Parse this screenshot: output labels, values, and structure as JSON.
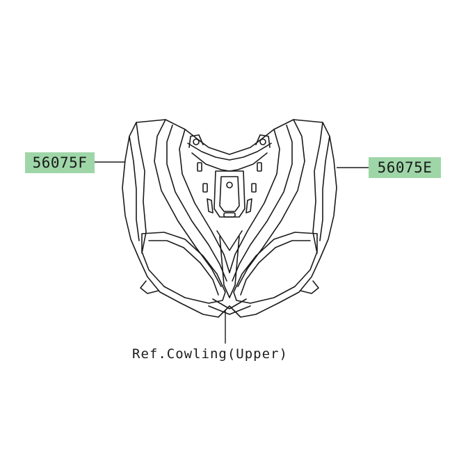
{
  "callouts": {
    "left_part_number": "56075F",
    "right_part_number": "56075E"
  },
  "reference": {
    "caption": "Ref.Cowling(Upper)"
  },
  "colors": {
    "callout_highlight": "#9fd6a8",
    "line_art": "#1a1a1a",
    "background": "#ffffff"
  }
}
